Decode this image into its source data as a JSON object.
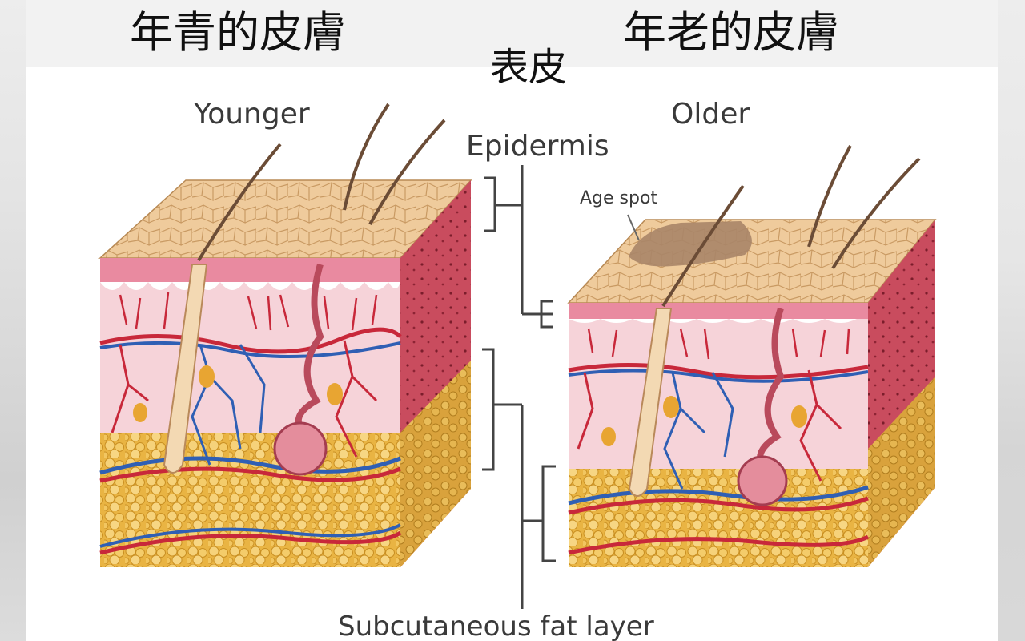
{
  "captions": {
    "young_skin": "年青的皮膚",
    "old_skin": "年老的皮膚",
    "epidermis_zh": "表皮"
  },
  "diagram": {
    "label_younger": "Younger",
    "label_older": "Older",
    "label_epidermis": "Epidermis",
    "label_age_spot": "Age spot",
    "label_subcutaneous": "Subcutaneous fat layer"
  },
  "colors": {
    "surface": "#eec89a",
    "dermis_pink": "#f2c7cf",
    "epidermis_pink": "#e98aa0",
    "fat": "#f2c14e",
    "artery": "#c8283a",
    "vein": "#2f5fb4",
    "age_spot": "#a98568"
  }
}
